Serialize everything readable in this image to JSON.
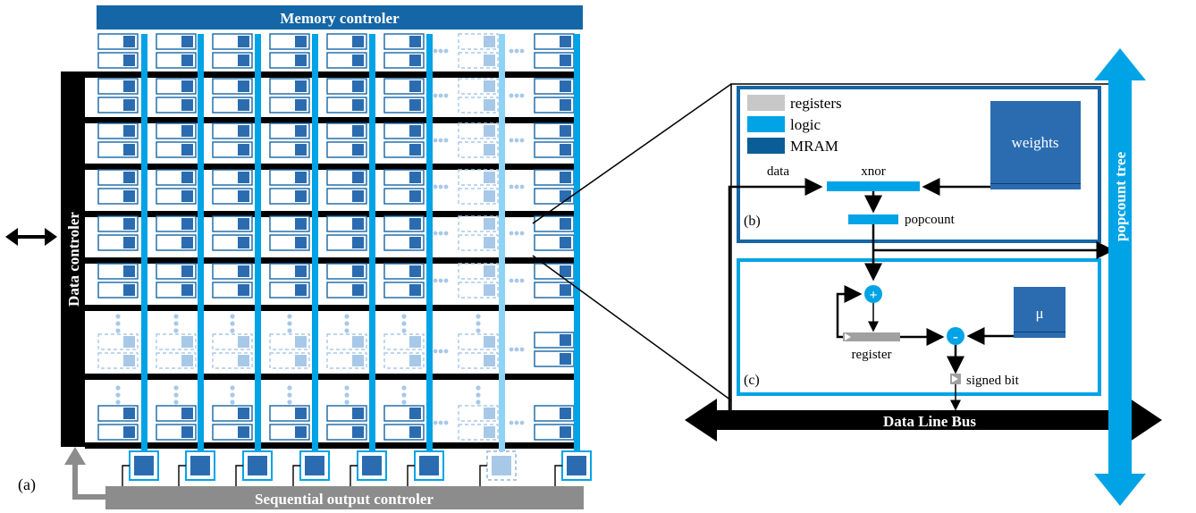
{
  "figure": {
    "memory_controller_label": "Memory controler",
    "data_controller_label": "Data controler",
    "sequential_output_label": "Sequential output controler",
    "panel_a_label": "(a)",
    "panel_b_label": "(b)",
    "panel_c_label": "(c)",
    "legend": [
      {
        "label": "registers",
        "color": "#c8c8c8"
      },
      {
        "label": "logic",
        "color": "#00a3e6"
      },
      {
        "label": "MRAM",
        "color": "#0b5d97"
      }
    ],
    "weights_label": "weights",
    "data_label": "data",
    "xnor_label": "xnor",
    "popcount_label": "popcount",
    "register_label": "register",
    "mu_label": "μ",
    "signed_bit_label": "signed bit",
    "plus_symbol": "+",
    "minus_symbol": "-",
    "data_line_bus_label": "Data Line Bus",
    "popcount_tree_label": "popcount tree"
  },
  "colors": {
    "memory_controller": "#1566a6",
    "mram": "#2b6cb0",
    "mram_dark": "#0b5d97",
    "logic": "#00a3e6",
    "logic_light": "#8fd3f4",
    "faded": "#a8c8e8",
    "register": "#c8c8c8",
    "sequential": "#8c8c8c",
    "black": "#000000"
  }
}
